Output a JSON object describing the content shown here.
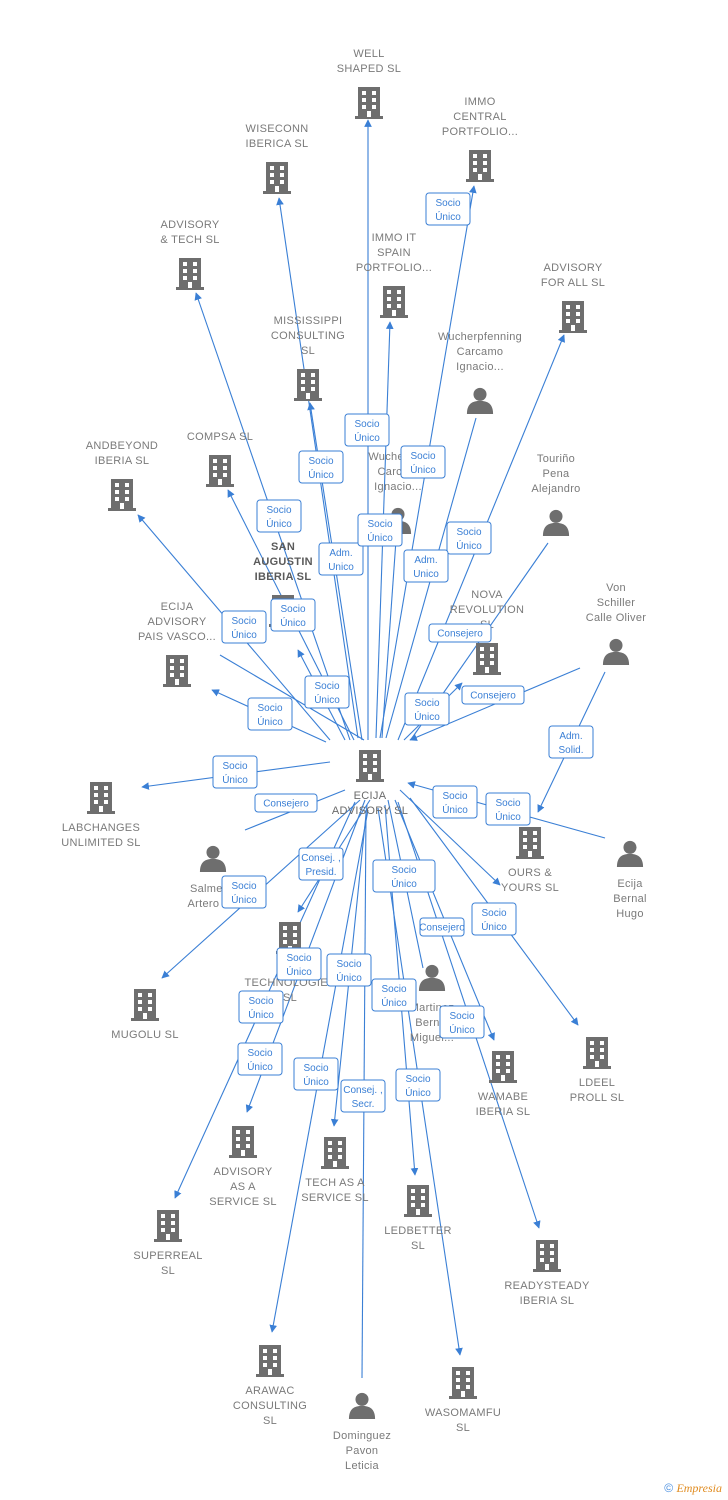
{
  "center": {
    "label": [
      "ECIJA",
      "ADVISORY SL"
    ],
    "icon": "building-icon"
  },
  "nodes": [
    {
      "id": "well-shaped",
      "type": "company",
      "label": [
        "WELL",
        "SHAPED SL"
      ]
    },
    {
      "id": "immo-central",
      "type": "company",
      "label": [
        "IMMO",
        "CENTRAL",
        "PORTFOLIO..."
      ]
    },
    {
      "id": "wiseconn",
      "type": "company",
      "label": [
        "WISECONN",
        "IBERICA SL"
      ]
    },
    {
      "id": "advisory-tech",
      "type": "company",
      "label": [
        "ADVISORY",
        "& TECH SL"
      ]
    },
    {
      "id": "immo-it-spain",
      "type": "company",
      "label": [
        "IMMO IT",
        "SPAIN",
        "PORTFOLIO..."
      ]
    },
    {
      "id": "advisory-for-all",
      "type": "company",
      "label": [
        "ADVISORY",
        "FOR ALL SL"
      ]
    },
    {
      "id": "mississippi",
      "type": "company",
      "label": [
        "MISSISSIPPI",
        "CONSULTING",
        "SL"
      ]
    },
    {
      "id": "wucherpfenning-1",
      "type": "person",
      "label": [
        "Wucherpfenning",
        "Carcamo",
        "Ignacio..."
      ]
    },
    {
      "id": "compsa",
      "type": "company",
      "label": [
        "COMPSA SL"
      ]
    },
    {
      "id": "andbeyond",
      "type": "company",
      "label": [
        "ANDBEYOND",
        "IBERIA SL"
      ]
    },
    {
      "id": "wucherpfenning-2",
      "type": "person",
      "label": [
        "Wucherpf...",
        "Carca...",
        "Ignacio..."
      ]
    },
    {
      "id": "tourino",
      "type": "person",
      "label": [
        "Touriño",
        "Pena",
        "Alejandro"
      ]
    },
    {
      "id": "san-augustin",
      "type": "company",
      "label": [
        "SAN",
        "AUGUSTIN",
        "IBERIA SL"
      ]
    },
    {
      "id": "ecija-pais-vasco",
      "type": "company",
      "label": [
        "ECIJA",
        "ADVISORY",
        "PAIS VASCO..."
      ]
    },
    {
      "id": "nova-revolution",
      "type": "company",
      "label": [
        "NOVA",
        "REVOLUTION",
        "SL"
      ]
    },
    {
      "id": "von-schiller",
      "type": "person",
      "label": [
        "Von",
        "Schiller",
        "Calle Oliver"
      ]
    },
    {
      "id": "labchanges",
      "type": "company",
      "label": [
        "LABCHANGES",
        "UNLIMITED SL"
      ]
    },
    {
      "id": "ours-yours",
      "type": "company",
      "label": [
        "OURS &",
        "YOURS SL"
      ]
    },
    {
      "id": "ecija-bernal",
      "type": "person",
      "label": [
        "Ecija",
        "Bernal",
        "Hugo"
      ]
    },
    {
      "id": "salmeron",
      "type": "person",
      "label": [
        "Salmer...",
        "Artero J..."
      ]
    },
    {
      "id": "ko-technologies",
      "type": "company",
      "label": [
        "KO...",
        "TECHNOLOGIES",
        "SL"
      ]
    },
    {
      "id": "martinez-bernal",
      "type": "person",
      "label": [
        "Martinez",
        "Bernal",
        "Miguel..."
      ]
    },
    {
      "id": "mugolu",
      "type": "company",
      "label": [
        "MUGOLU SL"
      ]
    },
    {
      "id": "ldeel-proll",
      "type": "company",
      "label": [
        "LDEEL",
        "PROLL SL"
      ]
    },
    {
      "id": "wamabe",
      "type": "company",
      "label": [
        "WAMABE",
        "IBERIA SL"
      ]
    },
    {
      "id": "advisory-as-a-service",
      "type": "company",
      "label": [
        "ADVISORY",
        "AS A",
        "SERVICE SL"
      ]
    },
    {
      "id": "tech-as-a-service",
      "type": "company",
      "label": [
        "TECH AS A",
        "SERVICE SL"
      ]
    },
    {
      "id": "ledbetter",
      "type": "company",
      "label": [
        "LEDBETTER",
        "SL"
      ]
    },
    {
      "id": "superreal",
      "type": "company",
      "label": [
        "SUPERREAL",
        "SL"
      ]
    },
    {
      "id": "readysteady",
      "type": "company",
      "label": [
        "READYSTEADY",
        "IBERIA SL"
      ]
    },
    {
      "id": "arawac",
      "type": "company",
      "label": [
        "ARAWAC",
        "CONSULTING",
        "SL"
      ]
    },
    {
      "id": "dominguez",
      "type": "person",
      "label": [
        "Dominguez",
        "Pavon",
        "Leticia"
      ]
    },
    {
      "id": "wasomamfu",
      "type": "company",
      "label": [
        "WASOMAMFU",
        "SL"
      ]
    }
  ],
  "relations": [
    {
      "id": "r1",
      "label": [
        "Socio",
        "Único"
      ]
    },
    {
      "id": "r2",
      "label": [
        "Socio",
        "Único"
      ]
    },
    {
      "id": "r3",
      "label": [
        "Socio",
        "Único"
      ]
    },
    {
      "id": "r4",
      "label": [
        "Socio",
        "Único"
      ]
    },
    {
      "id": "r5",
      "label": [
        "Socio",
        "Único"
      ]
    },
    {
      "id": "r6",
      "label": [
        "Adm.",
        "Unico"
      ]
    },
    {
      "id": "r7",
      "label": [
        "Socio",
        "Único"
      ]
    },
    {
      "id": "r8",
      "label": [
        "Socio",
        "Único"
      ]
    },
    {
      "id": "r9",
      "label": [
        "Socio",
        "Único"
      ]
    },
    {
      "id": "r10",
      "label": [
        "Adm.",
        "Unico"
      ]
    },
    {
      "id": "r11",
      "label": [
        "Socio",
        "Único"
      ]
    },
    {
      "id": "r12",
      "label": [
        "Socio",
        "Único"
      ]
    },
    {
      "id": "r13",
      "label": [
        "Consejero"
      ]
    },
    {
      "id": "r14",
      "label": [
        "Socio",
        "Único"
      ]
    },
    {
      "id": "r15",
      "label": [
        "Socio",
        "Único"
      ]
    },
    {
      "id": "r16",
      "label": [
        "Socio",
        "Único"
      ]
    },
    {
      "id": "r17",
      "label": [
        "Consejero"
      ]
    },
    {
      "id": "r18",
      "label": [
        "Adm.",
        "Solid."
      ]
    },
    {
      "id": "r19",
      "label": [
        "Socio",
        "Único"
      ]
    },
    {
      "id": "r20",
      "label": [
        "Consejero"
      ]
    },
    {
      "id": "r21",
      "label": [
        "Socio",
        "Único"
      ]
    },
    {
      "id": "r22",
      "label": [
        "Consej. ,",
        "Presid."
      ]
    },
    {
      "id": "r23",
      "label": [
        "Socio",
        "Único"
      ]
    },
    {
      "id": "r24",
      "label": [
        "Socio",
        "Único"
      ]
    },
    {
      "id": "r25",
      "label": [
        "Consejero"
      ]
    },
    {
      "id": "r26",
      "label": [
        "Socio",
        "Único"
      ]
    },
    {
      "id": "r27",
      "label": [
        "Socio",
        "Único"
      ]
    },
    {
      "id": "r28",
      "label": [
        "Socio",
        "Único"
      ]
    },
    {
      "id": "r29",
      "label": [
        "Socio",
        "Único"
      ]
    },
    {
      "id": "r30",
      "label": [
        "Socio",
        "Único"
      ]
    },
    {
      "id": "r31",
      "label": [
        "Socio",
        "Único"
      ]
    },
    {
      "id": "r32",
      "label": [
        "Socio",
        "Único"
      ]
    },
    {
      "id": "r33",
      "label": [
        "Socio",
        "Único"
      ]
    },
    {
      "id": "r34",
      "label": [
        "Consej. ,",
        "Secr."
      ]
    },
    {
      "id": "r35",
      "label": [
        "Socio",
        "Único"
      ]
    },
    {
      "id": "r36",
      "label": [
        "Socio",
        "Único"
      ]
    }
  ],
  "colors": {
    "edge": "#3a7fd5",
    "icon": "#6e6e6e",
    "label": "#7a7a7a"
  },
  "copyright": {
    "symbol": "©",
    "brand": "Empresia"
  }
}
